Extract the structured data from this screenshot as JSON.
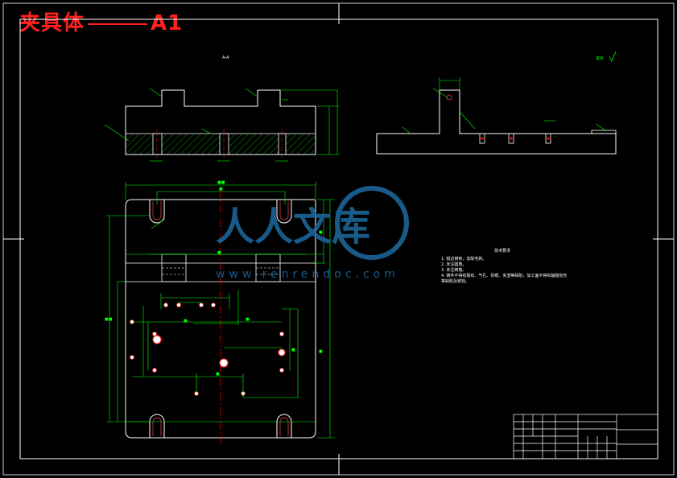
{
  "drawing": {
    "title_main": "夹具体",
    "title_suffix": "A1",
    "section_label": "A-A",
    "roughness_note": "其余",
    "tech_req_title": "技术要求",
    "tech_req_lines": [
      "1. 锐边倒钝，去除毛刺。",
      "2. 未注圆角。",
      "3. 未注倒角。",
      "4. 铸件不得有裂纹、气孔、砂眼、夹渣等缺陷，加工面不得有磕碰划伤",
      "等缺陷及锈蚀。"
    ]
  },
  "watermark": {
    "text_cn": "人人文库",
    "url": "www.renrendoc.com"
  },
  "colors": {
    "background": "#000000",
    "outline": "#ffffff",
    "dimension": "#00ff00",
    "centerline": "#ff0000",
    "title_red": "#ff2020",
    "hatch": "#00ff00",
    "watermark": "#1e6aa0"
  }
}
